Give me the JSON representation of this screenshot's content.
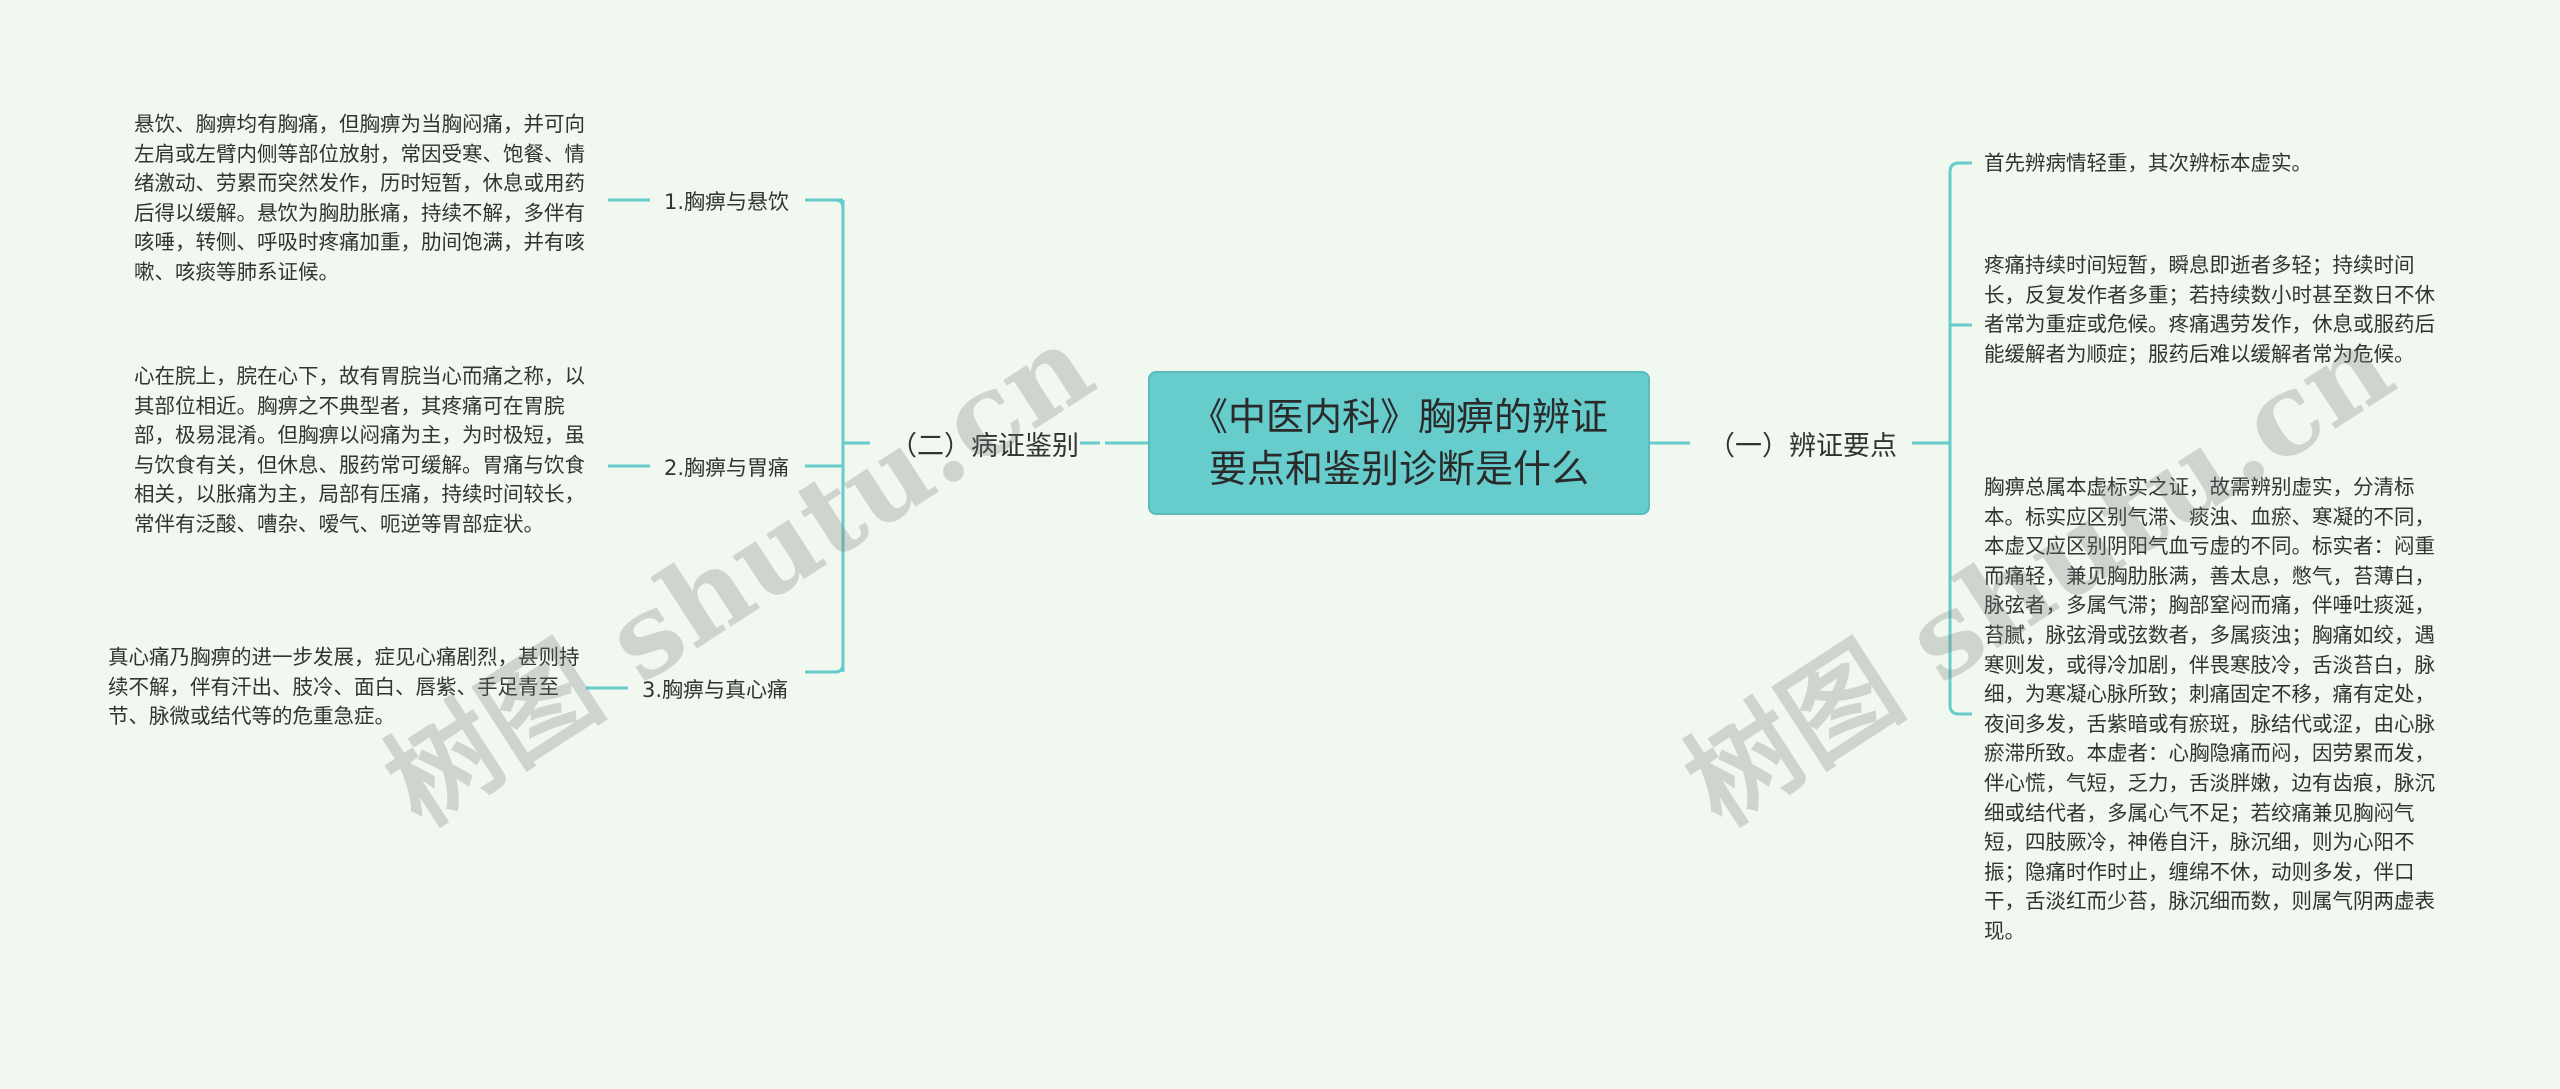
{
  "root": {
    "title": "《中医内科》胸痹的辨证要点和鉴别诊断是什么"
  },
  "left_branch": {
    "label": "（二）病证鉴别",
    "items": [
      {
        "label": "1.胸痹与悬饮",
        "text": "悬饮、胸痹均有胸痛，但胸痹为当胸闷痛，并可向左肩或左臂内侧等部位放射，常因受寒、饱餐、情绪激动、劳累而突然发作，历时短暂，休息或用药后得以缓解。悬饮为胸肋胀痛，持续不解，多伴有咳唾，转侧、呼吸时疼痛加重，肋间饱满，并有咳嗽、咳痰等肺系证候。"
      },
      {
        "label": "2.胸痹与胃痛",
        "text": "心在脘上，脘在心下，故有胃脘当心而痛之称，以其部位相近。胸痹之不典型者，其疼痛可在胃脘部，极易混淆。但胸痹以闷痛为主，为时极短，虽与饮食有关，但休息、服药常可缓解。胃痛与饮食相关，以胀痛为主，局部有压痛，持续时间较长，常伴有泛酸、嘈杂、嗳气、呃逆等胃部症状。"
      },
      {
        "label": "3.胸痹与真心痛",
        "text": "真心痛乃胸痹的进一步发展，症见心痛剧烈，甚则持续不解，伴有汗出、肢冷、面白、唇紫、手足青至节、脉微或结代等的危重急症。"
      }
    ]
  },
  "right_branch": {
    "label": "（一）辨证要点",
    "items": [
      {
        "text": "首先辨病情轻重，其次辨标本虚实。"
      },
      {
        "text": "疼痛持续时间短暂，瞬息即逝者多轻；持续时间长，反复发作者多重；若持续数小时甚至数日不休者常为重症或危候。疼痛遇劳发作，休息或服药后能缓解者为顺症；服药后难以缓解者常为危候。"
      },
      {
        "text": "胸痹总属本虚标实之证，故需辨别虚实，分清标本。标实应区别气滞、痰浊、血瘀、寒凝的不同，本虚又应区别阴阳气血亏虚的不同。标实者：闷重而痛轻，兼见胸肋胀满，善太息，憋气，苔薄白，脉弦者，多属气滞；胸部窒闷而痛，伴唾吐痰涎，苔腻，脉弦滑或弦数者，多属痰浊；胸痛如绞，遇寒则发，或得冷加剧，伴畏寒肢冷，舌淡苔白，脉细，为寒凝心脉所致；刺痛固定不移，痛有定处，夜间多发，舌紫暗或有瘀斑，脉结代或涩，由心脉瘀滞所致。本虚者：心胸隐痛而闷，因劳累而发，伴心慌，气短，乏力，舌淡胖嫩，边有齿痕，脉沉细或结代者，多属心气不足；若绞痛兼见胸闷气短，四肢厥冷，神倦自汗，脉沉细，则为心阳不振；隐痛时作时止，缠绵不休，动则多发，伴口干，舌淡红而少苔，脉沉细而数，则属气阴两虚表现。"
      }
    ]
  },
  "watermarks": [
    "树图 shutu.cn",
    "树图 shutu.cn"
  ],
  "colors": {
    "line": "#66cccc",
    "root_fill": "#66cccc",
    "background": "#f0f8f0"
  }
}
